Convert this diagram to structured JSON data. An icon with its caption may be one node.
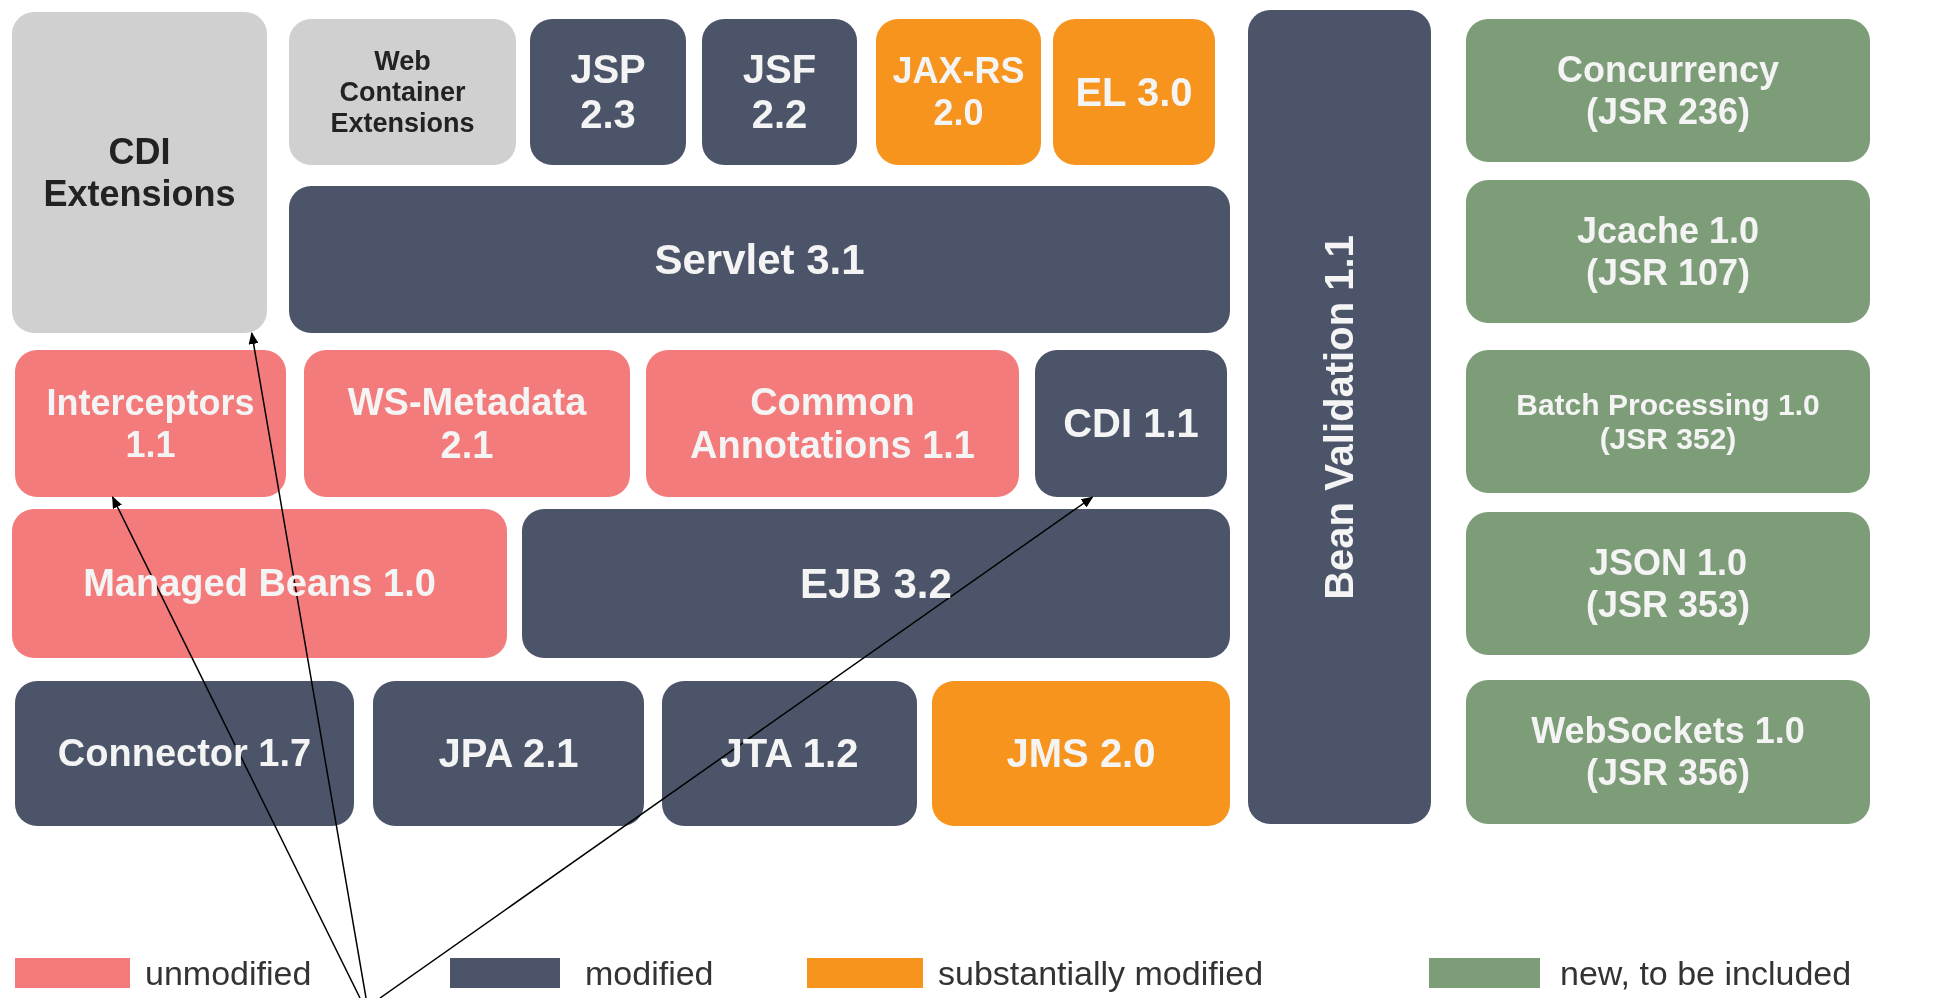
{
  "diagram": {
    "nodes": [
      {
        "text": [
          "CDI Extensions"
        ]
      },
      {
        "text": [
          "Web Container Extensions"
        ]
      },
      {
        "text": [
          "JSP 2.3"
        ]
      },
      {
        "text": [
          "JSF 2.2"
        ]
      },
      {
        "text": [
          "JAX-RS 2.0"
        ]
      },
      {
        "text": [
          "EL 3.0"
        ]
      },
      {
        "text": [
          "Servlet 3.1"
        ]
      },
      {
        "text": [
          "Bean Validation 1.1"
        ]
      },
      {
        "text": [
          "Concurrency (JSR 236)"
        ]
      },
      {
        "text": [
          "Jcache 1.0 (JSR 107)"
        ]
      },
      {
        "text": [
          "Interceptors 1.1"
        ]
      },
      {
        "text": [
          "WS-Metadata 2.1"
        ]
      },
      {
        "text": [
          "Common Annotations 1.1"
        ]
      },
      {
        "text": [
          "CDI 1.1"
        ]
      },
      {
        "text": [
          "Batch Processing 1.0 (JSR 352)"
        ]
      },
      {
        "text": [
          "Managed Beans 1.0"
        ]
      },
      {
        "text": [
          "EJB 3.2"
        ]
      },
      {
        "text": [
          "JSON 1.0 (JSR 353)"
        ]
      },
      {
        "text": [
          "Connector 1.7"
        ]
      },
      {
        "text": [
          "JPA 2.1"
        ]
      },
      {
        "text": [
          "JTA 1.2"
        ]
      },
      {
        "text": [
          "JMS 2.0"
        ]
      },
      {
        "text": [
          "WebSockets 1.0 (JSR 356)"
        ]
      }
    ],
    "edges": [
      {
        "from": null,
        "to": 10,
        "arrow": "to"
      },
      {
        "from": null,
        "to": 0,
        "arrow": "to"
      },
      {
        "from": null,
        "to": 13,
        "arrow": "to"
      }
    ],
    "legend": [
      {
        "text": "unmodified",
        "color": "#f47b7b"
      },
      {
        "text": "modified",
        "color": "#4b5468"
      },
      {
        "text": "substantially modified",
        "color": "#f7941d"
      },
      {
        "text": "new, to be included",
        "color": "#7d9c78"
      }
    ]
  }
}
